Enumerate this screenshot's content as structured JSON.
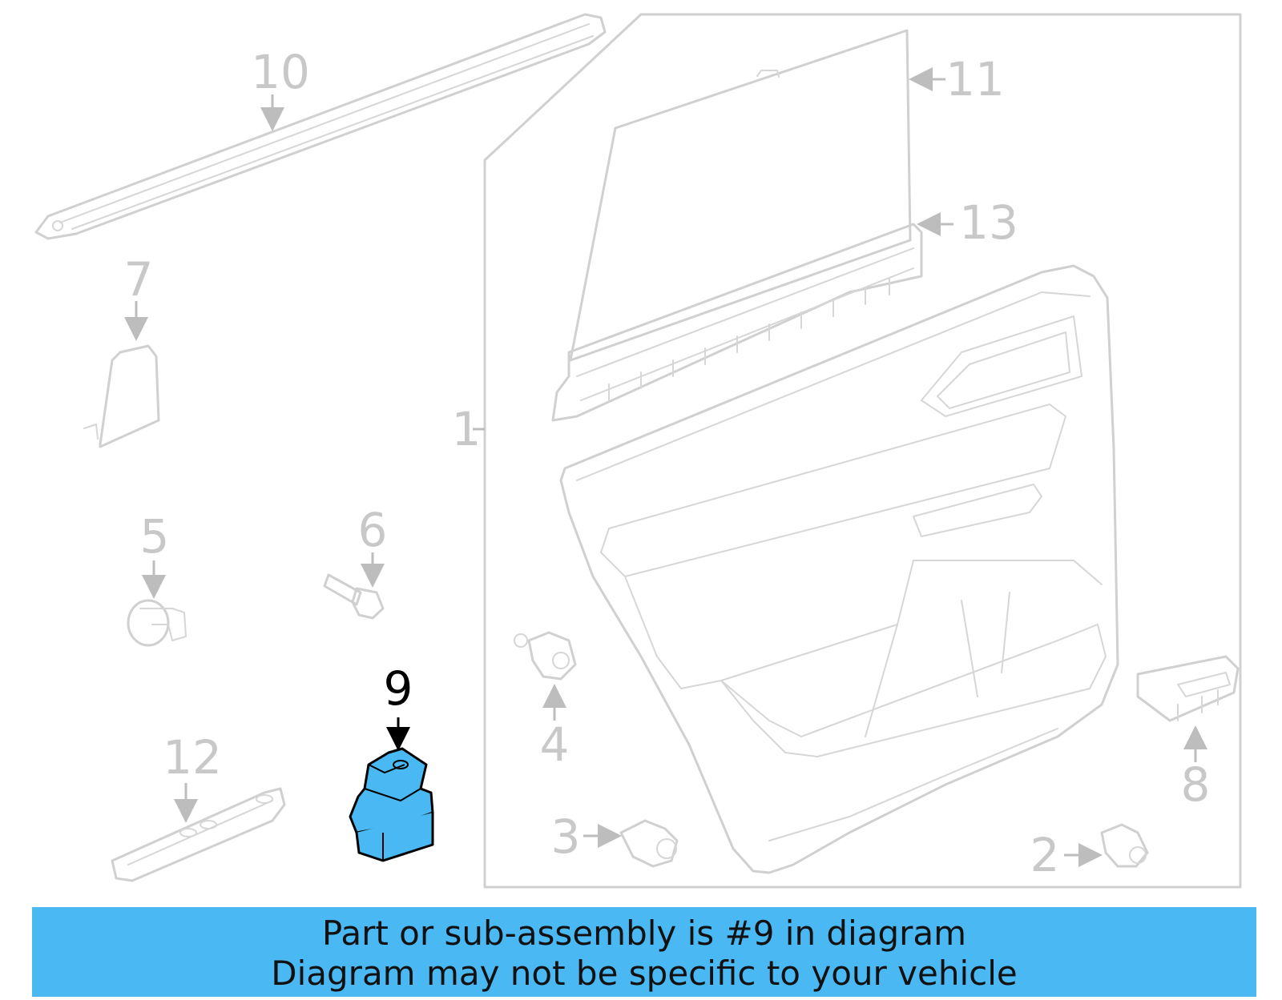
{
  "diagram": {
    "callouts": {
      "c1": "1",
      "c2": "2",
      "c3": "3",
      "c4": "4",
      "c5": "5",
      "c6": "6",
      "c7": "7",
      "c8": "8",
      "c9": "9",
      "c10": "10",
      "c11": "11",
      "c12": "12",
      "c13": "13"
    },
    "highlighted_part": "9",
    "colors": {
      "highlight_fill": "#4ab8f2",
      "line_gray": "#d0d0d0",
      "label_gray": "#c8c8c8"
    }
  },
  "banner": {
    "line1": "Part or sub-assembly is #9 in diagram",
    "line2": "Diagram may not be specific to your vehicle",
    "background": "#4ab8f2"
  }
}
